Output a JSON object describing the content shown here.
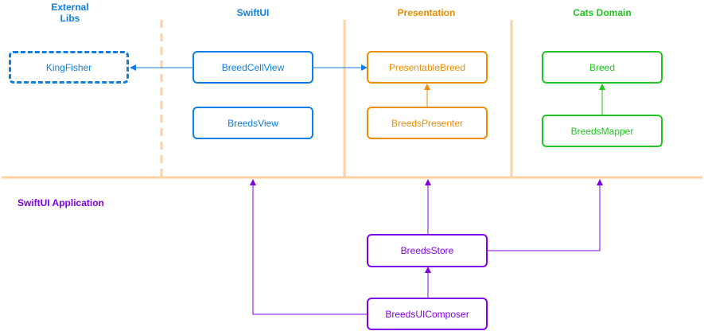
{
  "colors": {
    "blue": "#0f7ee6",
    "orange": "#f08c00",
    "green": "#21c521",
    "purple": "#7f00e6",
    "separator": "#ffd0a0"
  },
  "sections": {
    "external_libs": "External\nLibs",
    "swiftui": "SwiftUI",
    "presentation": "Presentation",
    "cats_domain": "Cats Domain",
    "swiftui_application": "SwiftUI Application"
  },
  "nodes": {
    "kingfisher": "KingFisher",
    "breed_cell_view": "BreedCellView",
    "breeds_view": "BreedsView",
    "presentable_breed": "PresentableBreed",
    "breeds_presenter": "BreedsPresenter",
    "breed": "Breed",
    "breeds_mapper": "BreedsMapper",
    "breeds_store": "BreedsStore",
    "breeds_ui_composer": "BreedsUIComposer"
  },
  "edges": [
    {
      "from": "BreedCellView",
      "to": "KingFisher"
    },
    {
      "from": "BreedCellView",
      "to": "PresentableBreed"
    },
    {
      "from": "BreedsPresenter",
      "to": "PresentableBreed"
    },
    {
      "from": "BreedsMapper",
      "to": "Breed"
    },
    {
      "from": "BreedsUIComposer",
      "to": "SwiftUI"
    },
    {
      "from": "BreedsUIComposer",
      "to": "BreedsStore"
    },
    {
      "from": "BreedsStore",
      "to": "Presentation"
    },
    {
      "from": "BreedsStore",
      "to": "Cats Domain"
    }
  ]
}
